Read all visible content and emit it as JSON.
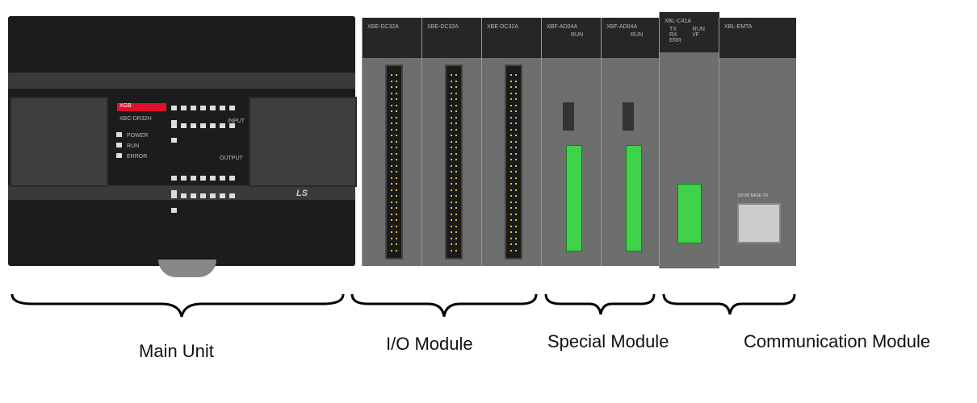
{
  "main_unit": {
    "brand": "XGB",
    "model": "XBC-DR32H",
    "status_leds": [
      "POWER",
      "RUN",
      "ERROR"
    ],
    "input_label": "INPUT",
    "output_label": "OUTPUT",
    "logo": "LS"
  },
  "modules": [
    {
      "model": "XBE-DC32A",
      "type": "io"
    },
    {
      "model": "XBE-DC32A",
      "type": "io"
    },
    {
      "model": "XBE-DC32A",
      "type": "io"
    },
    {
      "model": "XBF-AD04A",
      "type": "special",
      "status": "RUN"
    },
    {
      "model": "XBF-AD04A",
      "type": "special",
      "status": "RUN"
    },
    {
      "model": "XBL-C41A",
      "type": "comm",
      "leds": [
        "TX",
        "RX",
        "ERR",
        "RUN",
        "I/F"
      ]
    },
    {
      "model": "XBL-EMTA",
      "type": "comm",
      "port_label": "10/100 BASE-TX"
    }
  ],
  "captions": {
    "main": "Main Unit",
    "io": "I/O Module",
    "special": "Special Module",
    "comm": "Communication Module"
  }
}
